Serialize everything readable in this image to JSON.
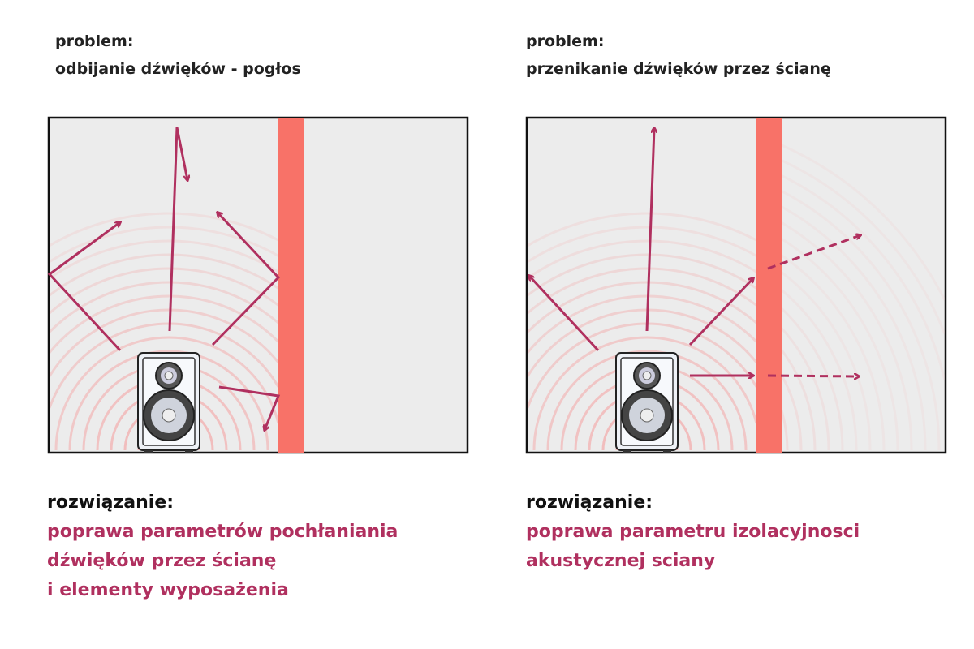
{
  "left": {
    "problem_label": "problem:",
    "problem_text": "odbijanie dźwięków - pogłos",
    "solution_label": "rozwiązanie:",
    "solution_lines": [
      "poprawa parametrów pochłaniania",
      "dźwięków przez ścianę",
      "i elementy wyposażenia"
    ]
  },
  "right": {
    "problem_label": "problem:",
    "problem_text": "przenikanie dźwięków przez ścianę",
    "solution_label": "rozwiązanie:",
    "solution_lines": [
      "poprawa parametru izolacyjnosci",
      "akustycznej sciany"
    ]
  },
  "colors": {
    "accent": "#b0305f",
    "wall": "#f87268",
    "room": "#ececec",
    "rings": "#f2b8b8"
  }
}
